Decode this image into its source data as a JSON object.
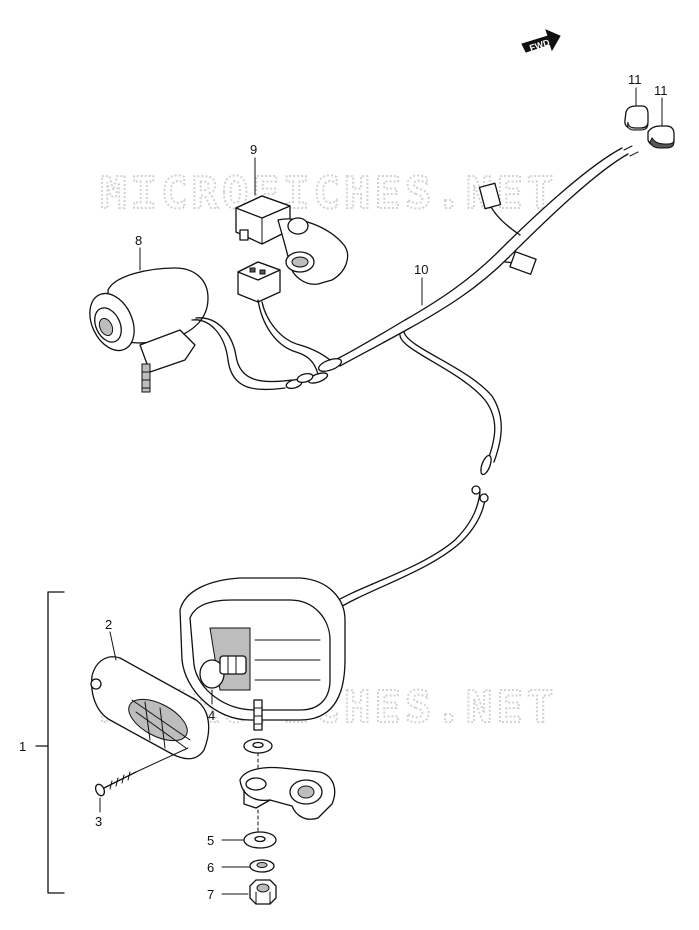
{
  "watermark": {
    "text": "MICROFICHES.NET"
  },
  "fwd_marker": {
    "label": "FWD"
  },
  "callouts": {
    "c1": "1",
    "c2": "2",
    "c3": "3",
    "c4": "4",
    "c5": "5",
    "c6": "6",
    "c7": "7",
    "c8": "8",
    "c9": "9",
    "c10": "10",
    "c11a": "11",
    "c11b": "11"
  }
}
